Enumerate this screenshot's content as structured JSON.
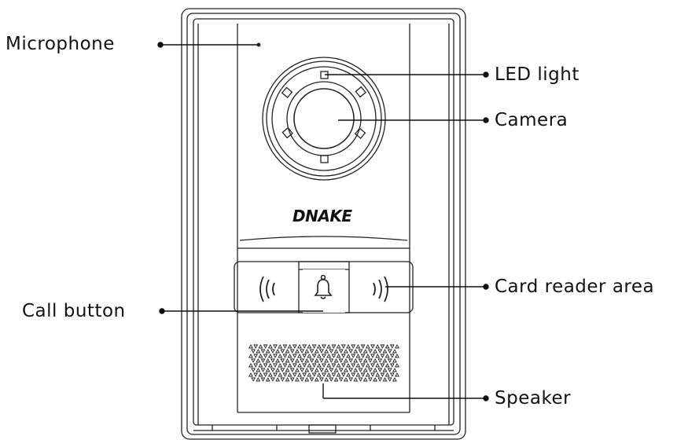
{
  "device": {
    "brand": "DNAKE",
    "colors": {
      "stroke": "#222222",
      "background": "#ffffff"
    }
  },
  "labels": {
    "microphone": "Microphone",
    "led_light": "LED light",
    "camera": "Camera",
    "card_reader_area": "Card reader area",
    "call_button": "Call button",
    "speaker": "Speaker"
  },
  "icons": {
    "bell": "bell-icon",
    "nfc_left": "nfc-waves-left-icon",
    "nfc_right": "nfc-waves-right-icon"
  }
}
